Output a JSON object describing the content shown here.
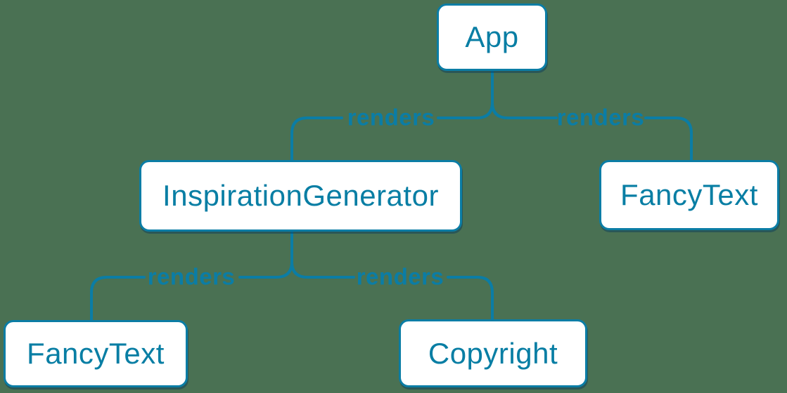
{
  "diagram": {
    "nodes": [
      {
        "id": "app",
        "label": "App"
      },
      {
        "id": "inspiration-generator",
        "label": "InspirationGenerator"
      },
      {
        "id": "fancy-text-top",
        "label": "FancyText"
      },
      {
        "id": "fancy-text-bottom",
        "label": "FancyText"
      },
      {
        "id": "copyright",
        "label": "Copyright"
      }
    ],
    "edges": [
      {
        "from": "App",
        "to": "InspirationGenerator",
        "label": "renders"
      },
      {
        "from": "App",
        "to": "FancyText",
        "label": "renders"
      },
      {
        "from": "InspirationGenerator",
        "to": "FancyText",
        "label": "renders"
      },
      {
        "from": "InspirationGenerator",
        "to": "Copyright",
        "label": "renders"
      }
    ],
    "colors": {
      "background": "#4A7153",
      "accent": "#0B7DA5",
      "node_fill": "#FFFFFF",
      "node_text": "#087EA4"
    }
  }
}
